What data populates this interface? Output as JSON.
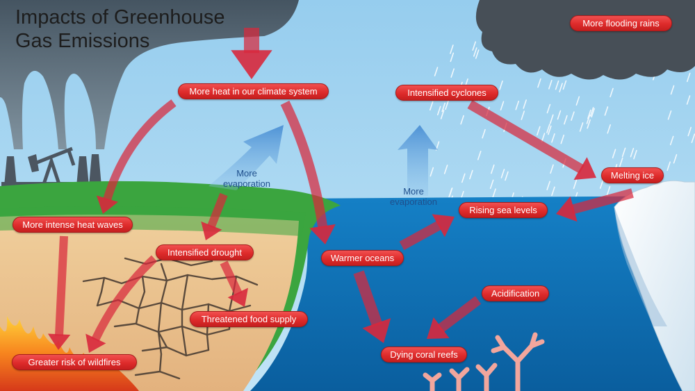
{
  "title": {
    "line1": "Impacts of Greenhouse",
    "line2": "Gas Emissions"
  },
  "labels": {
    "more_heat": "More heat in our climate system",
    "flooding_rains": "More flooding rains",
    "intensified_cyclones": "Intensified cyclones",
    "melting_ice": "Melting ice",
    "rising_sea_levels": "Rising sea levels",
    "heat_waves": "More intense heat waves",
    "intensified_drought": "Intensified drought",
    "warmer_oceans": "Warmer oceans",
    "threatened_food": "Threatened food supply",
    "acidification": "Acidification",
    "wildfires": "Greater risk of wildfires",
    "dying_coral": "Dying coral reefs"
  },
  "evaporation": {
    "land": {
      "line1": "More",
      "line2": "evaporation"
    },
    "ocean": {
      "line1": "More",
      "line2": "evaporation"
    }
  },
  "colors": {
    "sky": "#a9d8f2",
    "ocean": "#0f72b6",
    "land": "#3aa23e",
    "soil": "#e8c08e",
    "smoke": "#5d6b77",
    "label_red": "#de2b2b",
    "arrow_red": "#d8283c",
    "evaporation_arrow": "#5d9ad6",
    "coral": "#f2a69d",
    "fire": "#f26a1b"
  }
}
